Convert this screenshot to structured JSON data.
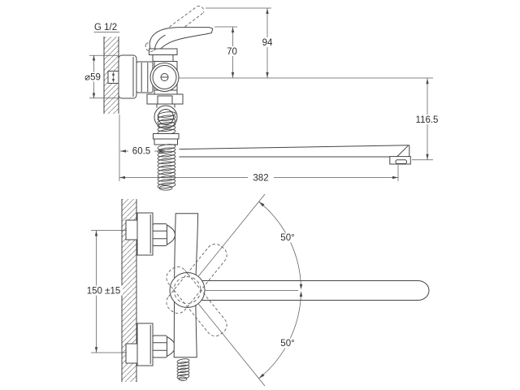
{
  "side_view": {
    "thread": "G 1/2",
    "escutcheon_diameter": "⌀59",
    "lever_height": "70",
    "lever_raised_height": "94",
    "spout_drop_height": "116.5",
    "wall_to_axis": "60.5",
    "spout_reach": "382"
  },
  "front_view": {
    "mounting_centers": "150 ±15",
    "swivel_angle_upper": "50°",
    "swivel_angle_lower": "50°"
  }
}
